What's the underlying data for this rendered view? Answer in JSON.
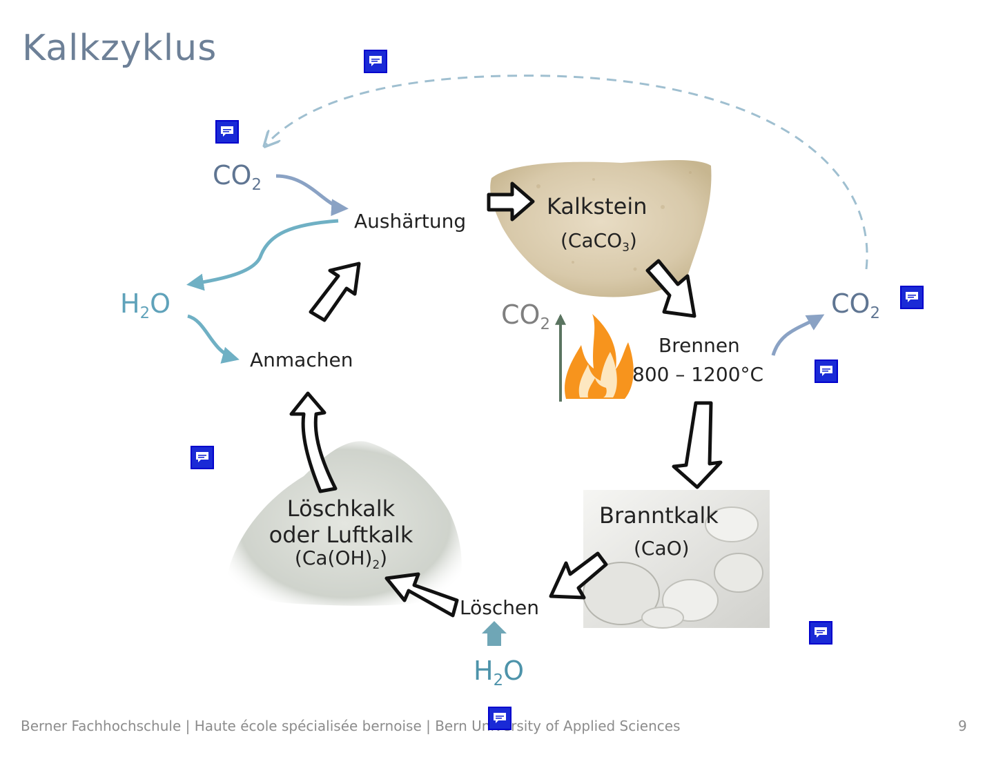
{
  "slide": {
    "title": "Kalkzyklus",
    "footer": "Berner Fachhochschule | Haute école spécialisée bernoise | Bern University of Applied Sciences",
    "page_number": "9"
  },
  "labels": {
    "aushaertung": "Aushärtung",
    "anmachen": "Anmachen",
    "kalkstein": "Kalkstein",
    "kalkstein_formula_main": "(CaCO",
    "kalkstein_formula_sub": "3",
    "kalkstein_formula_end": ")",
    "brennen": "Brennen",
    "temperature": "800 – 1200°C",
    "branntkalk": "Branntkalk",
    "branntkalk_formula": "(CaO)",
    "loeschen": "Löschen",
    "loeschkalk_line1": "Löschkalk",
    "loeschkalk_line2": "oder Luftkalk",
    "loeschkalk_formula_main": "(Ca(OH)",
    "loeschkalk_formula_sub": "2",
    "loeschkalk_formula_end": ")"
  },
  "chemicals": {
    "co2_top_left": {
      "main": "CO",
      "sub": "2"
    },
    "h2o_left": {
      "main_a": "H",
      "sub": "2",
      "main_b": "O"
    },
    "co2_fire": {
      "main": "CO",
      "sub": "2"
    },
    "co2_right": {
      "main": "CO",
      "sub": "2"
    },
    "h2o_bottom": {
      "main_a": "H",
      "sub": "2",
      "main_b": "O"
    }
  },
  "icons": {
    "comment": "comment-icon",
    "fire": "fire-icon"
  },
  "colors": {
    "title": "#6d8097",
    "co2_blue": "#5f7592",
    "h2o_teal": "#5fa2ba",
    "co2_gray": "#7f7f7f",
    "dashed_arrow": "#9fbfd0",
    "arrow_blue": "#8aa2c4",
    "arrow_teal": "#6fb0c4",
    "flame_outer": "#f7941d",
    "flame_inner": "#fff2cc",
    "comment_marker": "#1a2ad6"
  }
}
